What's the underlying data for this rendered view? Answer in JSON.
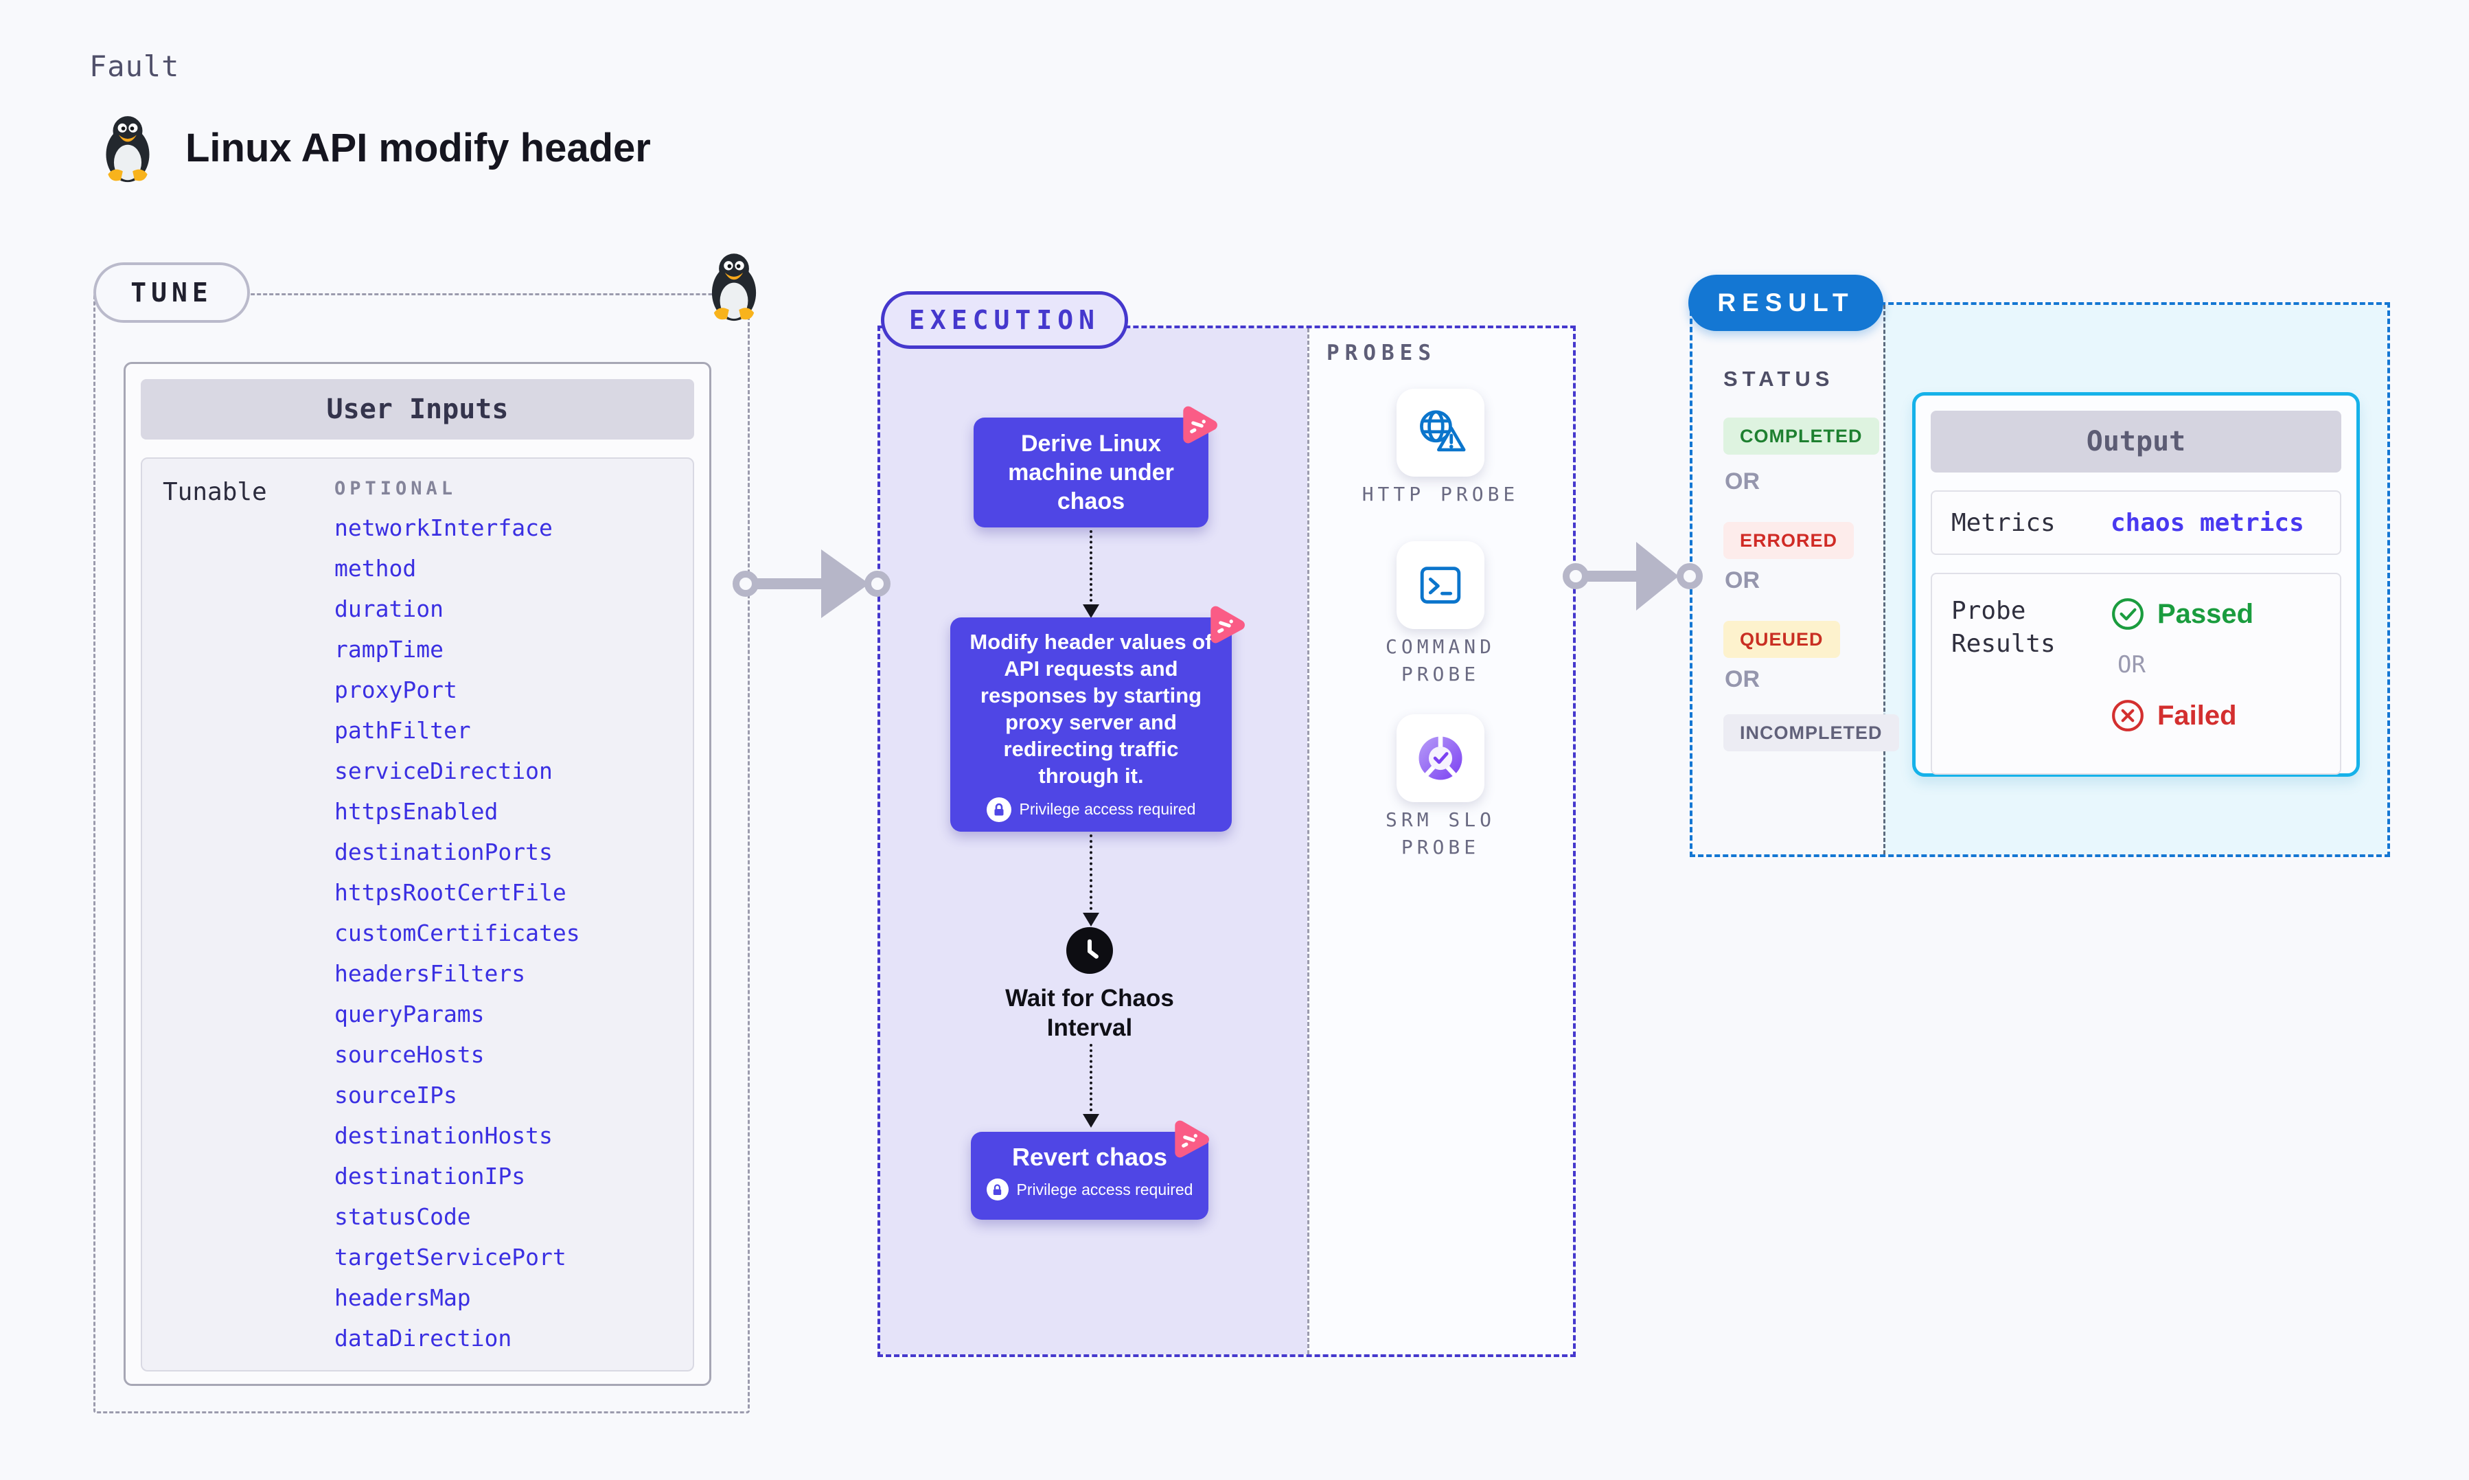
{
  "header": {
    "kicker": "Fault",
    "title": "Linux API modify header"
  },
  "tune": {
    "badge": "TUNE",
    "card_title": "User Inputs",
    "row_label": "Tunable",
    "optional_label": "OPTIONAL",
    "params": [
      "networkInterface",
      "method",
      "duration",
      "rampTime",
      "proxyPort",
      "pathFilter",
      "serviceDirection",
      "httpsEnabled",
      "destinationPorts",
      "httpsRootCertFile",
      "customCertificates",
      "headersFilters",
      "queryParams",
      "sourceHosts",
      "sourceIPs",
      "destinationHosts",
      "destinationIPs",
      "statusCode",
      "targetServicePort",
      "headersMap",
      "dataDirection"
    ]
  },
  "execution": {
    "badge": "EXECUTION",
    "steps": {
      "derive": "Derive Linux machine under chaos",
      "modify": "Modify header values of API requests and responses by starting proxy server and redirecting traffic through it.",
      "wait": "Wait for Chaos Interval",
      "revert": "Revert chaos",
      "privilege_note": "Privilege access required"
    },
    "probes": {
      "label": "PROBES",
      "items": [
        "HTTP PROBE",
        "COMMAND PROBE",
        "SRM SLO PROBE"
      ]
    }
  },
  "result": {
    "badge": "RESULT",
    "status_label": "STATUS",
    "or_label": "OR",
    "statuses": [
      "COMPLETED",
      "ERRORED",
      "QUEUED",
      "INCOMPLETED"
    ],
    "output": {
      "title": "Output",
      "metrics_label": "Metrics",
      "metrics_value": "chaos metrics",
      "probe_results_label": "Probe Results",
      "passed_label": "Passed",
      "failed_label": "Failed"
    }
  },
  "colors": {
    "step_purple": "#4f46e5",
    "execution_border": "#4538cd",
    "result_blue": "#1477d3",
    "output_cyan_border": "#16b2e9",
    "chaos_pink": "#fa5c86",
    "probe_icon_blue": "#0b75cc",
    "passed_green": "#1a9c3e",
    "failed_red": "#d32f2f",
    "param_link_blue": "#3a2fe2",
    "completed_green": "#1e8030",
    "errored_red": "#d02b26",
    "queued_red": "#c92f23",
    "incompleted_gray": "#61617a"
  }
}
